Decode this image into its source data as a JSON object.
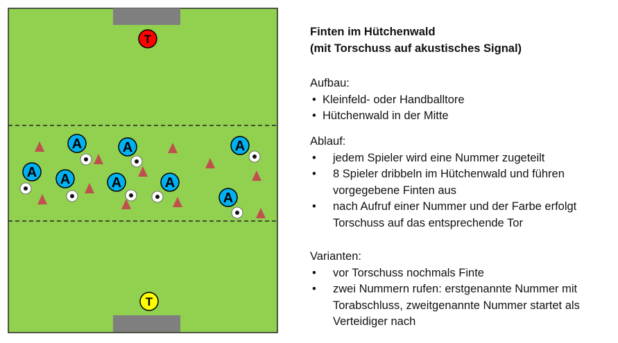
{
  "field": {
    "goalkeeper_top": "T",
    "goalkeeper_bottom": "T",
    "player_label": "A",
    "colors": {
      "grass": "#92d050",
      "player": "#00b0f0",
      "keeper_top": "#ff0000",
      "keeper_bottom": "#ffff00",
      "cone": "#c0504d",
      "goal": "#7f7f7f"
    }
  },
  "title": [
    "Finten im Hütchenwald",
    "(mit Torschuss auf akustisches Signal)"
  ],
  "sections": [
    {
      "heading": "Aufbau:",
      "items": [
        "Kleinfeld- oder Handballtore",
        "Hütchenwald in der Mitte"
      ]
    },
    {
      "heading": "Ablauf:",
      "items": [
        "jedem Spieler wird eine Nummer zugeteilt",
        "8 Spieler dribbeln im Hütchenwald und führen vorgegebene Finten aus",
        "nach Aufruf einer Nummer und der Farbe erfolgt Torschuss auf das entsprechende Tor"
      ]
    },
    {
      "heading": "Varianten:",
      "items": [
        "vor Torschuss nochmals Finte",
        "zwei Nummern rufen: erstgenannte Nummer mit Torabschluss, zweitgenannte Nummer startet als Verteidiger nach"
      ]
    }
  ]
}
